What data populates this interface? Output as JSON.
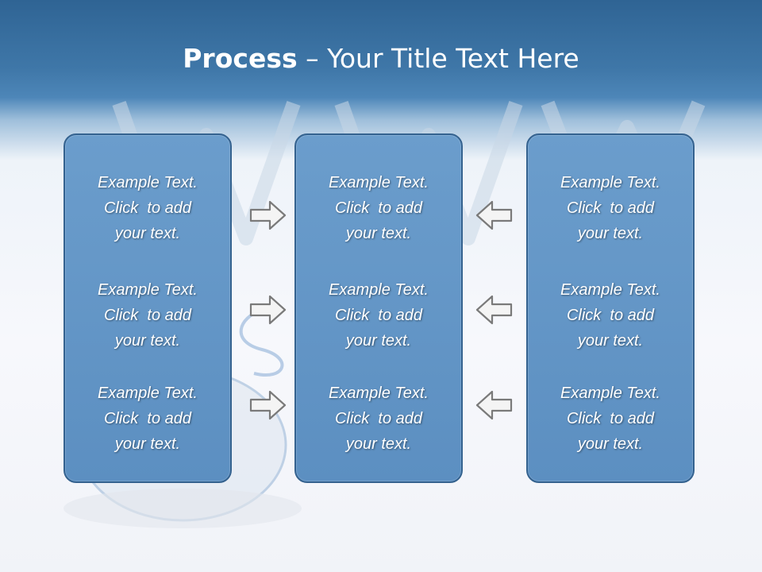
{
  "slide": {
    "title_bold": "Process",
    "title_rest": " – Your Title Text Here"
  },
  "panels": [
    {
      "blocks": [
        {
          "line1": "Example Text.",
          "line2": "Click  to add",
          "line3": "your text."
        },
        {
          "line1": "Example Text.",
          "line2": "Click  to add",
          "line3": "your text."
        },
        {
          "line1": "Example Text.",
          "line2": "Click  to add",
          "line3": "your text."
        }
      ]
    },
    {
      "blocks": [
        {
          "line1": "Example Text.",
          "line2": "Click  to add",
          "line3": "your text."
        },
        {
          "line1": "Example Text.",
          "line2": "Click  to add",
          "line3": "your text."
        },
        {
          "line1": "Example Text.",
          "line2": "Click  to add",
          "line3": "your text."
        }
      ]
    },
    {
      "blocks": [
        {
          "line1": "Example Text.",
          "line2": "Click  to add",
          "line3": "your text."
        },
        {
          "line1": "Example Text.",
          "line2": "Click  to add",
          "line3": "your text."
        },
        {
          "line1": "Example Text.",
          "line2": "Click  to add",
          "line3": "your text."
        }
      ]
    }
  ],
  "icons": {
    "left_arrows": "arrow-right-icon",
    "right_arrows": "arrow-left-icon"
  },
  "colors": {
    "header": "#3f77a8",
    "panel_fill": "#6396c7",
    "panel_border": "#34628f",
    "arrow_stroke": "#7a7a7a"
  }
}
